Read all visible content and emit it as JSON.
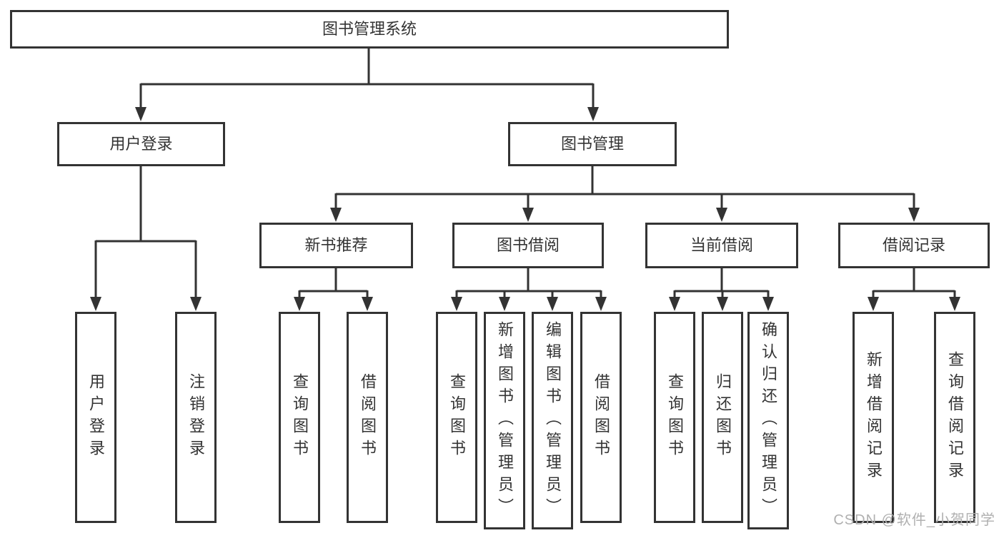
{
  "diagram": {
    "root": {
      "label": "图书管理系统"
    },
    "level2": [
      {
        "label": "用户登录"
      },
      {
        "label": "图书管理"
      }
    ],
    "level3": [
      {
        "label": "新书推荐"
      },
      {
        "label": "图书借阅"
      },
      {
        "label": "当前借阅"
      },
      {
        "label": "借阅记录"
      }
    ],
    "leaf_groups": [
      {
        "parent": "用户登录",
        "items": [
          {
            "label": "用户登录"
          },
          {
            "label": "注销登录"
          }
        ]
      },
      {
        "parent": "新书推荐",
        "items": [
          {
            "label": "查询图书"
          },
          {
            "label": "借阅图书"
          }
        ]
      },
      {
        "parent": "图书借阅",
        "items": [
          {
            "label": "查询图书"
          },
          {
            "label": "新增图书（管理员）"
          },
          {
            "label": "编辑图书（管理员）"
          },
          {
            "label": "借阅图书"
          }
        ]
      },
      {
        "parent": "当前借阅",
        "items": [
          {
            "label": "查询图书"
          },
          {
            "label": "归还图书"
          },
          {
            "label": "确认归还（管理员）"
          }
        ]
      },
      {
        "parent": "借阅记录",
        "items": [
          {
            "label": "新增借阅记录"
          },
          {
            "label": "查询借阅记录"
          }
        ]
      }
    ]
  },
  "watermark": "CSDN @软件_小贺同学",
  "colors": {
    "line": "#333333",
    "text": "#333333",
    "watermark": "#b0b0b0",
    "background": "#ffffff"
  }
}
